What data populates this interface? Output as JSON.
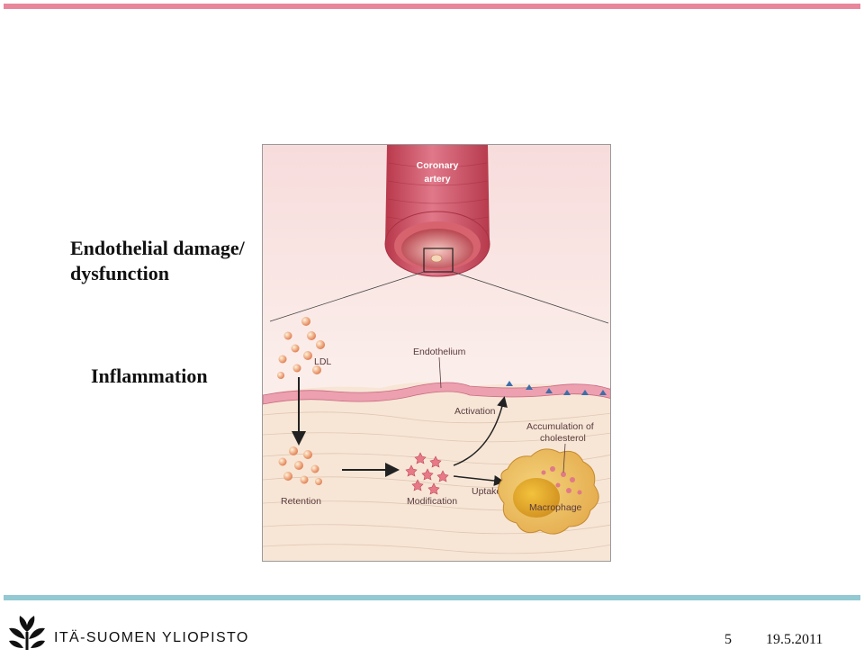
{
  "slide": {
    "caption_endothelial": "Endothelial damage/\ndysfunction",
    "caption_inflammation": "Inflammation",
    "page_number": "5",
    "date": "19.5.2011"
  },
  "figure": {
    "coronary_line1": "Coronary",
    "coronary_line2": "artery",
    "endothelium": "Endothelium",
    "ldl": "LDL",
    "activation": "Activation",
    "accumulation_line1": "Accumulation of",
    "accumulation_line2": "cholesterol",
    "retention": "Retention",
    "modification": "Modification",
    "uptake": "Uptake",
    "macrophage": "Macrophage"
  },
  "footer": {
    "university": "ITÄ-SUOMEN YLIOPISTO",
    "logo_icon": "university-logo-icon"
  },
  "colors": {
    "top_bar": "#e8869c",
    "bottom_bar": "#92c9d3"
  }
}
